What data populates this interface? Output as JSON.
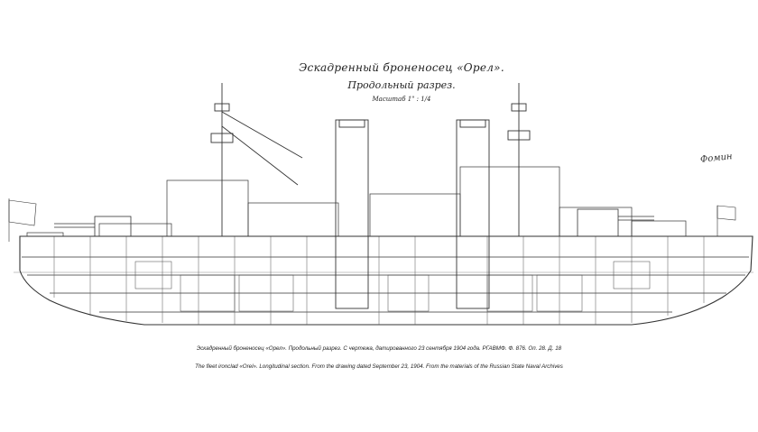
{
  "drawing": {
    "title_line1": "Эскадренный броненосец «Орел».",
    "title_line2": "Продольный разрез.",
    "scale_note": "Масштаб 1\" : 1/4",
    "signature": "Фомин"
  },
  "caption": {
    "ru": "Эскадренный броненосец «Орел». Продольный разрез. С чертежа, датированного 23 сентября 1904 года. РГАВМФ. Ф. 876. Оп. 28. Д. 18",
    "en": "The fleet ironclad «Orel». Longitudinal section. From the drawing dated September 23, 1904. From the materials of the Russian State Naval Archives"
  }
}
